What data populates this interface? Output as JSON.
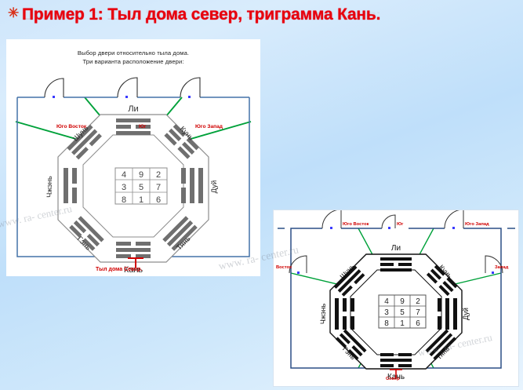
{
  "slide": {
    "bullet_glyph": "✳",
    "title": "Пример 1: Тыл дома север, триграмма Кань.",
    "title_color": "#e8000d",
    "background_color": "#c9e4fb"
  },
  "watermarks": {
    "text": "www. ra- center.ru",
    "occurrences": [
      {
        "id": "wm-1",
        "text": "www. ra- center.ru"
      },
      {
        "id": "wm-2",
        "text": "www. ra- center.ru"
      },
      {
        "id": "wm-3",
        "text": "www. ra- center.ru"
      }
    ],
    "color": "#7a8490"
  },
  "diagram_1": {
    "header_line_1": "Выбор двери относительно тыла дома.",
    "header_line_2": "Три варианта расположение  двери:",
    "door_labels": [
      {
        "label": "Юго Восток",
        "color": "#d00000"
      },
      {
        "label": "Юг",
        "color": "#d00000"
      },
      {
        "label": "Юго Запад",
        "color": "#d00000"
      }
    ],
    "trigram_labels": {
      "top": "Ли",
      "top_left": "Шунь",
      "top_right": "Кунь",
      "left": "Чжэнь",
      "right": "Дуй",
      "bottom_left": "Гэнь",
      "bottom_right": "Тянь",
      "bottom": "Кань"
    },
    "magic_square": [
      [
        4,
        9,
        2
      ],
      [
        3,
        5,
        7
      ],
      [
        8,
        1,
        6
      ]
    ],
    "bottom_callout": "Тыл дома Север.",
    "bottom_callout_color": "#d00000",
    "sector_line_color": "#00a13a",
    "wall_color": "#4472a8"
  },
  "diagram_2": {
    "direction_labels": [
      {
        "label": "Юго Восток",
        "position": "top-left"
      },
      {
        "label": "Юг",
        "position": "top-center"
      },
      {
        "label": "Юго Запад",
        "position": "top-right"
      },
      {
        "label": "Восток",
        "position": "left"
      },
      {
        "label": "Запад",
        "position": "right"
      }
    ],
    "trigram_labels": {
      "top": "Ли",
      "top_left": "Шунь",
      "top_right": "Кунь",
      "left": "Чжэнь",
      "right": "Дуй",
      "bottom_left": "Гэнь",
      "bottom_right": "Тянь",
      "bottom": "Кань"
    },
    "magic_square": [
      [
        4,
        9,
        2
      ],
      [
        3,
        5,
        7
      ],
      [
        8,
        1,
        6
      ]
    ],
    "bottom_callout": "Север",
    "bottom_callout_color": "#d00000",
    "sector_line_color": "#00a13a",
    "wall_color": "#2b4f86"
  }
}
